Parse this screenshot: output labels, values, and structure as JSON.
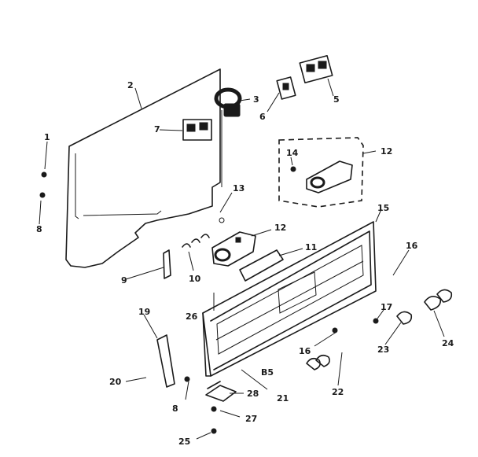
{
  "labels": {
    "l1": "1",
    "l2": "2",
    "l3": "3",
    "l5": "5",
    "l6": "6",
    "l7": "7",
    "l8a": "8",
    "l8b": "8",
    "l9": "9",
    "l10": "10",
    "l11": "11",
    "l12a": "12",
    "l12b": "12",
    "l13": "13",
    "l14": "14",
    "l15": "15",
    "l16a": "16",
    "l16b": "16",
    "l17": "17",
    "l19": "19",
    "l20": "20",
    "l21": "21",
    "l22": "22",
    "l23": "23",
    "l24": "24",
    "l25": "25",
    "l26": "26",
    "l27": "27",
    "l28": "28",
    "lb5": "B5"
  },
  "colors": {
    "ink": "#1a1a1a",
    "background": "#ffffff"
  }
}
